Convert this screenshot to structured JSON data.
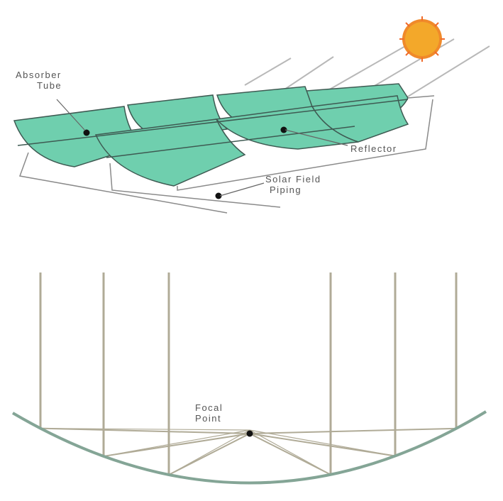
{
  "labels": {
    "absorber_line1": "Absorber",
    "absorber_line2": "Tube",
    "reflector": "Reflector",
    "solar_field_line1": "Solar Field",
    "solar_field_line2": "Piping",
    "focal_line1": "Focal",
    "focal_line2": "Point"
  },
  "colors": {
    "mirror_fill": "#6fcfae",
    "mirror_dark": "#4fb593",
    "mirror_outline": "#3e5a52",
    "ray_color": "#b0ab97",
    "trough_curve": "#84a596",
    "sun_core": "#f3a82a",
    "sun_rim": "#f06a2a"
  },
  "parabola_rays": {
    "x_positions": [
      57,
      146,
      238,
      466,
      557,
      643
    ]
  }
}
